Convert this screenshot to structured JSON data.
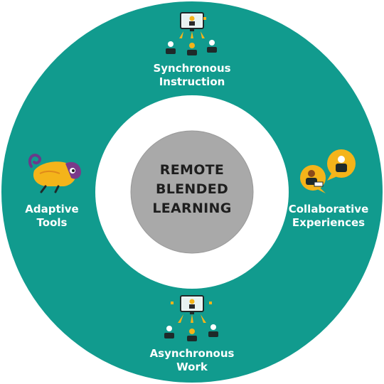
{
  "center": {
    "line1": "REMOTE",
    "line2": "BLENDED",
    "line3": "LEARNING"
  },
  "segments": {
    "top": {
      "line1": "Synchronous",
      "line2": "Instruction",
      "icon": "teacher-screen-students-icon"
    },
    "right": {
      "line1": "Collaborative",
      "line2": "Experiences",
      "icon": "chat-bubbles-students-icon"
    },
    "bottom": {
      "line1": "Asynchronous",
      "line2": "Work",
      "icon": "teacher-screen-students-icon"
    },
    "left": {
      "line1": "Adaptive",
      "line2": "Tools",
      "icon": "chameleon-icon"
    }
  },
  "colors": {
    "ring": "#119b8e",
    "inner_ring": "#ffffff",
    "core": "#a9a9a9",
    "core_border": "#9a9a9a",
    "accent": "#f4b41a"
  }
}
